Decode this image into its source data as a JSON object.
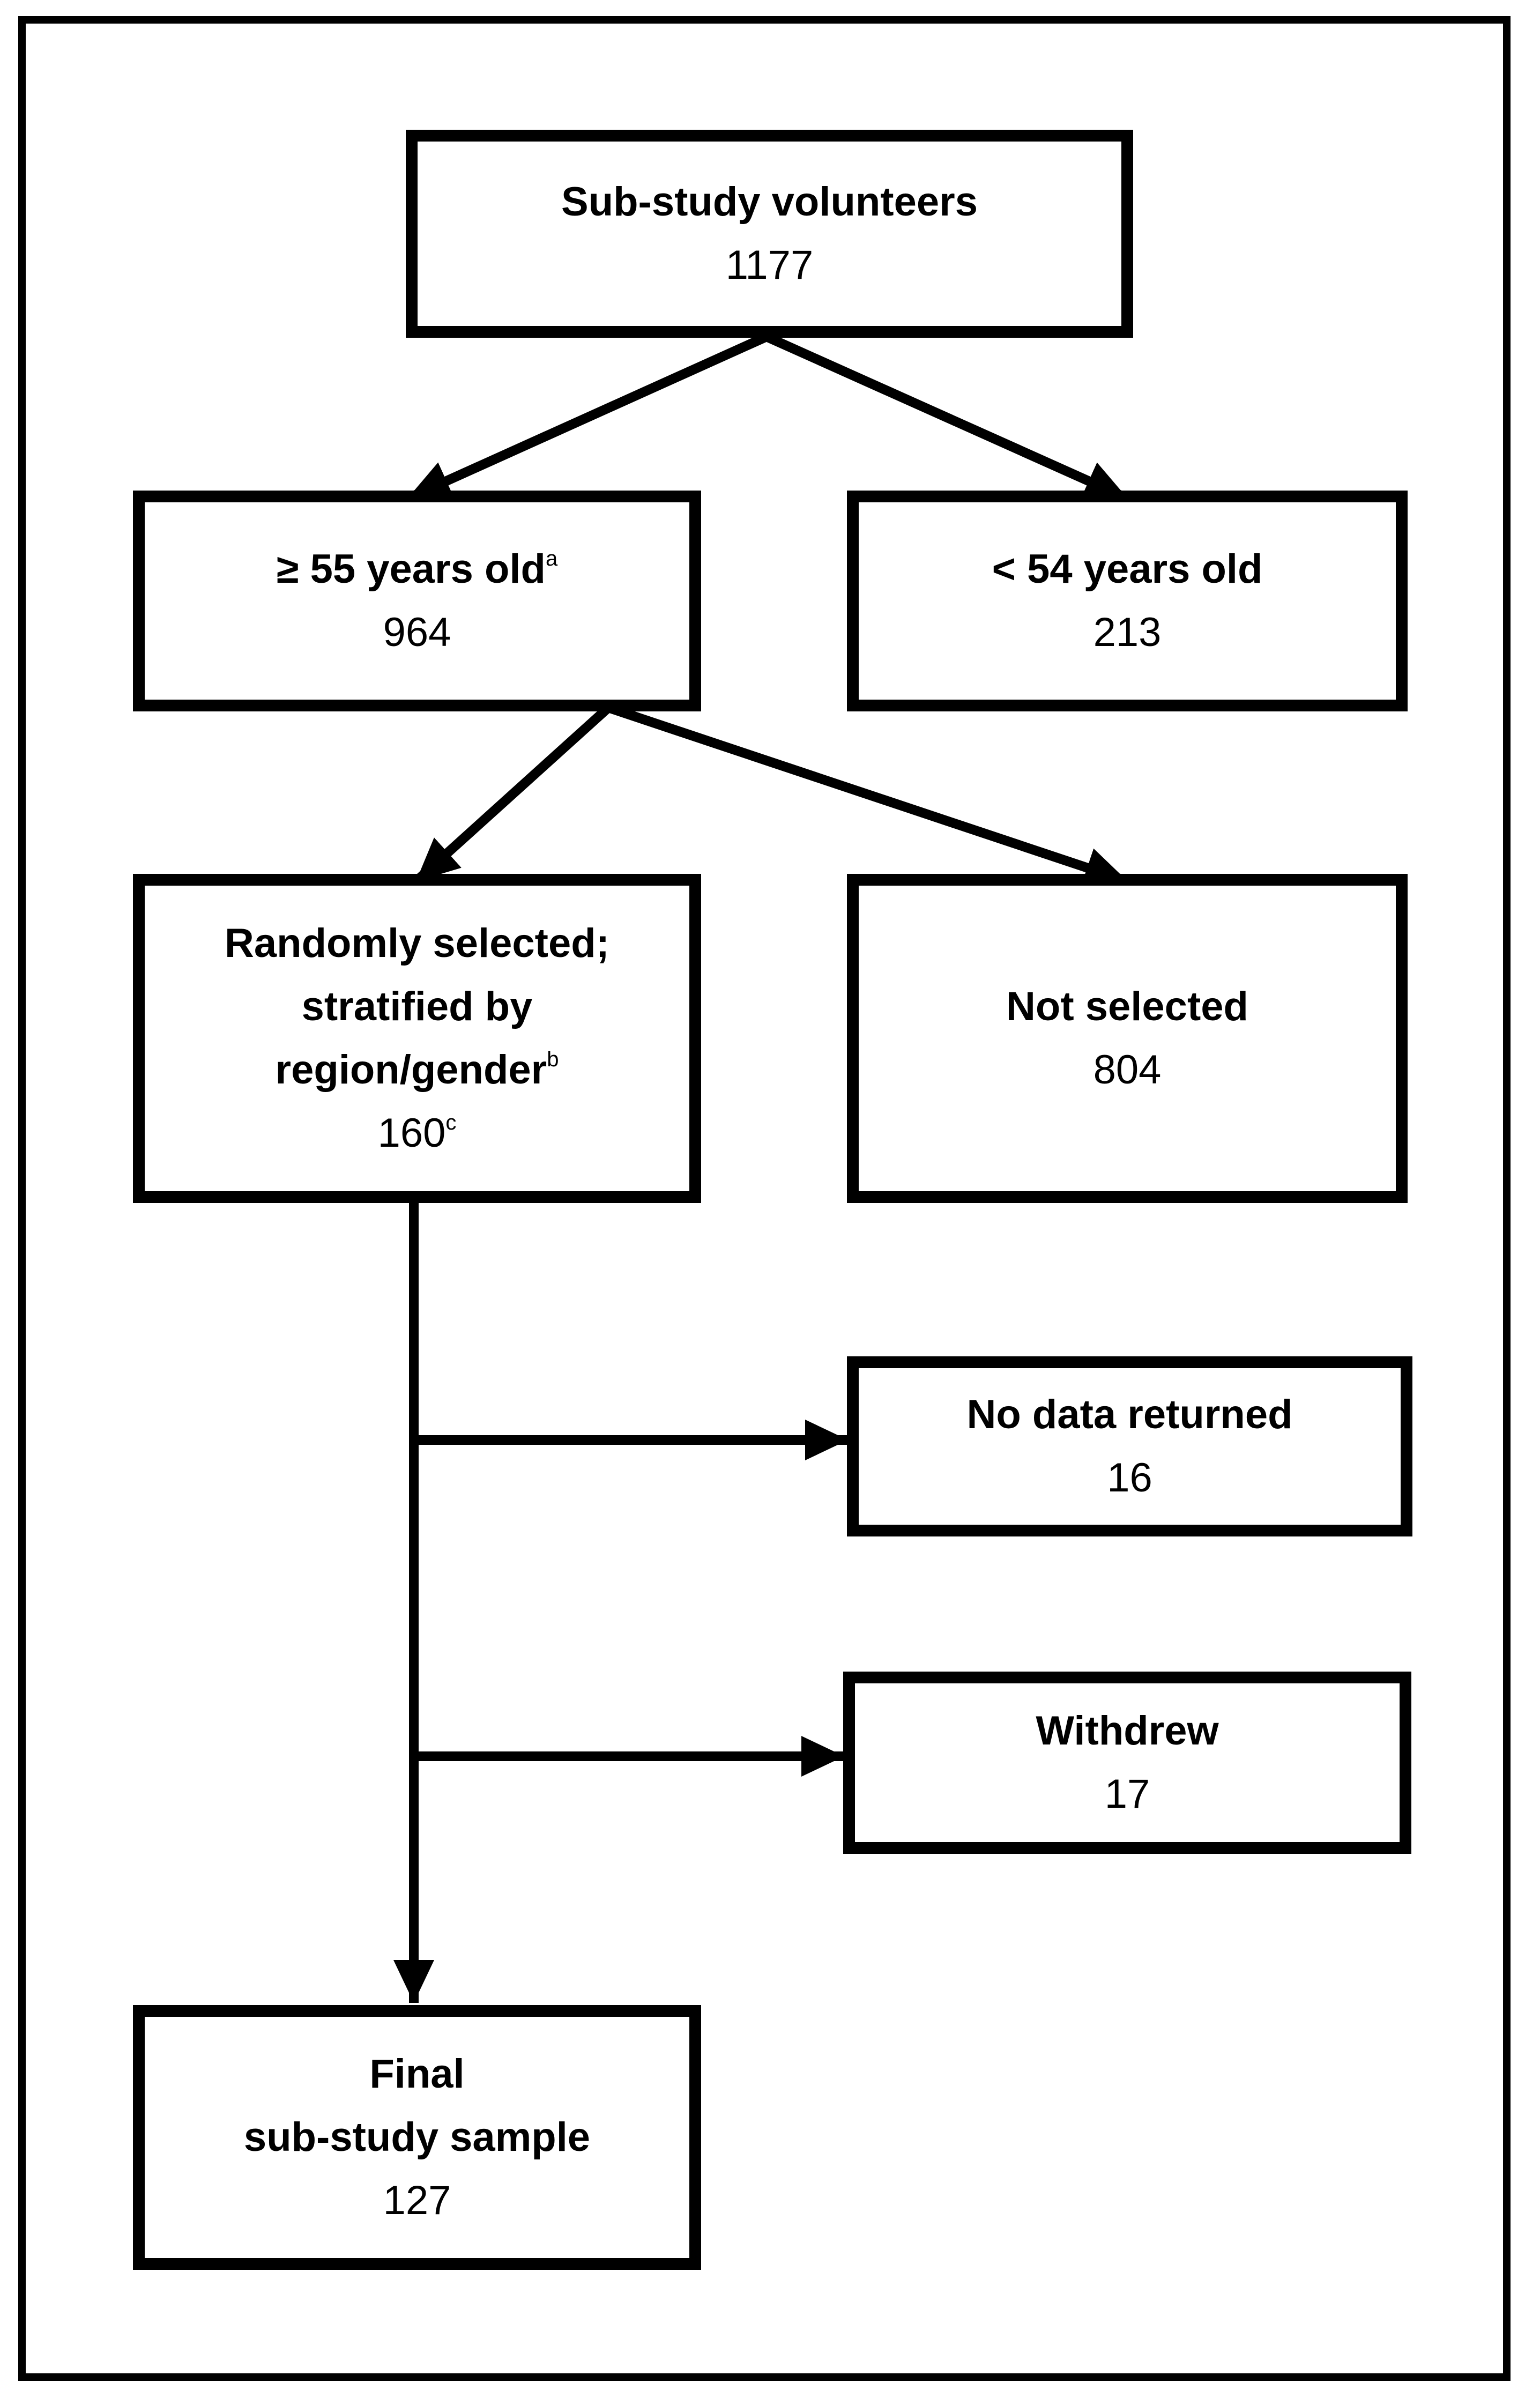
{
  "diagram": {
    "nodes": {
      "volunteers": {
        "title": "Sub-study volunteers",
        "count": "1177"
      },
      "age55": {
        "title": "≥ 55 years old",
        "title_sup": "a",
        "count": "964"
      },
      "age54": {
        "title": "< 54 years old",
        "count": "213"
      },
      "selected": {
        "title_line1": "Randomly selected;",
        "title_line2": "stratified by",
        "title_line3": "region/gender",
        "title_sup": "b",
        "count": "160",
        "count_sup": "c"
      },
      "not_selected": {
        "title": "Not selected",
        "count": "804"
      },
      "no_data": {
        "title": "No data returned",
        "count": "16"
      },
      "withdrew": {
        "title": "Withdrew",
        "count": "17"
      },
      "final": {
        "title_line1": "Final",
        "title_line2": "sub-study sample",
        "count": "127"
      }
    },
    "colors": {
      "stroke": "#000000",
      "background": "#ffffff"
    }
  }
}
